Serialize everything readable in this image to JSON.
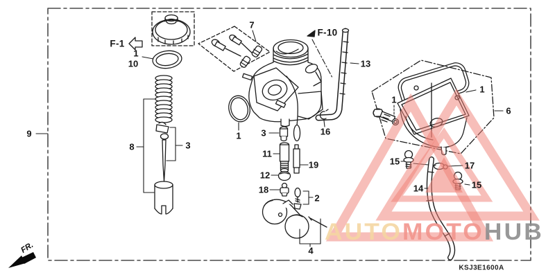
{
  "diagram": {
    "part_code": "KSJ3E1600A",
    "front_marker": "FR.",
    "view_refs": {
      "f1": "F-1",
      "f10": "F-10"
    },
    "labels": {
      "ref9": "9",
      "cap_oring_1": "1",
      "cap_oring_10": "10",
      "slide_set_8": "8",
      "needle_set_3": "3",
      "kit_7": "7",
      "body_oring_1": "1",
      "pilot_screw_3": "3",
      "jet_holder_11": "11",
      "needle_jet_19": "19",
      "washer_12": "12",
      "main_jet_18": "18",
      "float_valve_2": "2",
      "float_4": "4",
      "pipe_13": "13",
      "clip_16": "16",
      "bowl_seal_1": "1",
      "gasket_1": "1",
      "bowl_6": "6",
      "screw_15_left": "15",
      "clamp_17": "17",
      "screw_15_right": "15",
      "tube_14": "14"
    }
  },
  "watermark": {
    "auto": "AUTO",
    "moto": "MOTO",
    "hub": "HUB",
    "color_auto": "#f5d6a2",
    "color_moto": "#f2958d",
    "color_hub": "#8d8d8d",
    "color_triangle": "#ef7d73"
  }
}
